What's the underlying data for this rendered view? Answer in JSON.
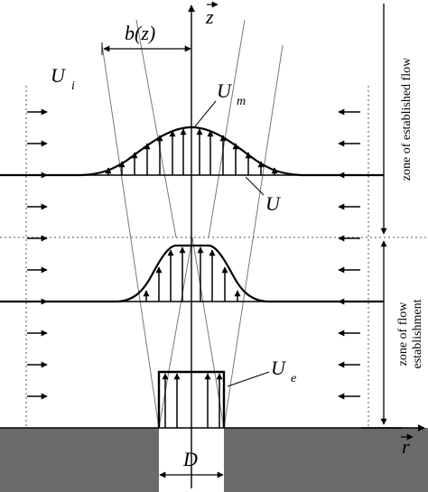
{
  "labels": {
    "b": "b(z)",
    "z_axis": "z",
    "Ui": "U",
    "Ui_sub": "i",
    "Um": "U",
    "Um_sub": "m",
    "U": "U",
    "Ue": "U",
    "Ue_sub": "e",
    "D": "D",
    "r_axis": "r"
  },
  "zones": {
    "established": "zone of established flow",
    "establishment_line1": "zone of flow",
    "establishment_line2": "establishment"
  }
}
